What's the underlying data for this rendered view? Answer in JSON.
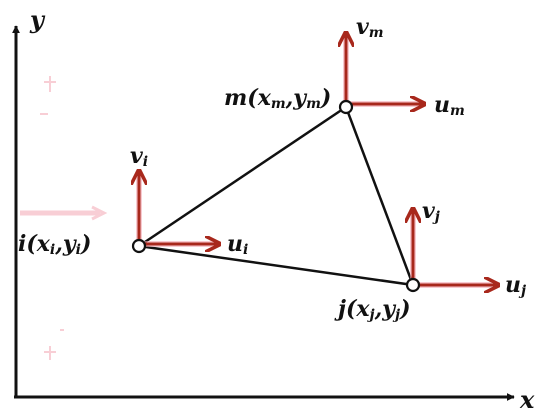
{
  "axes": {
    "x_label": "x",
    "y_label": "y"
  },
  "nodes": {
    "i": {
      "label_main": "i(x",
      "label_sub1": "i",
      "label_mid": ",y",
      "label_sub2": "i",
      "label_end": ")",
      "u_main": "u",
      "u_sub": "i",
      "v_main": "v",
      "v_sub": "i"
    },
    "j": {
      "label_main": "j(x",
      "label_sub1": "j",
      "label_mid": ",y",
      "label_sub2": "j",
      "label_end": ")",
      "u_main": "u",
      "u_sub": "j",
      "v_main": "v",
      "v_sub": "j"
    },
    "m": {
      "label_main": "m(x",
      "label_sub1": "m",
      "label_mid": ",y",
      "label_sub2": "m",
      "label_end": ")",
      "u_main": "u",
      "u_sub": "m",
      "v_main": "v",
      "v_sub": "m"
    }
  },
  "colors": {
    "axis": "#111111",
    "edge": "#111111",
    "arrow": "#a8281c",
    "arrow_glow": "#f4a7b3",
    "node_fill": "#ffffff",
    "text": "#111111"
  }
}
